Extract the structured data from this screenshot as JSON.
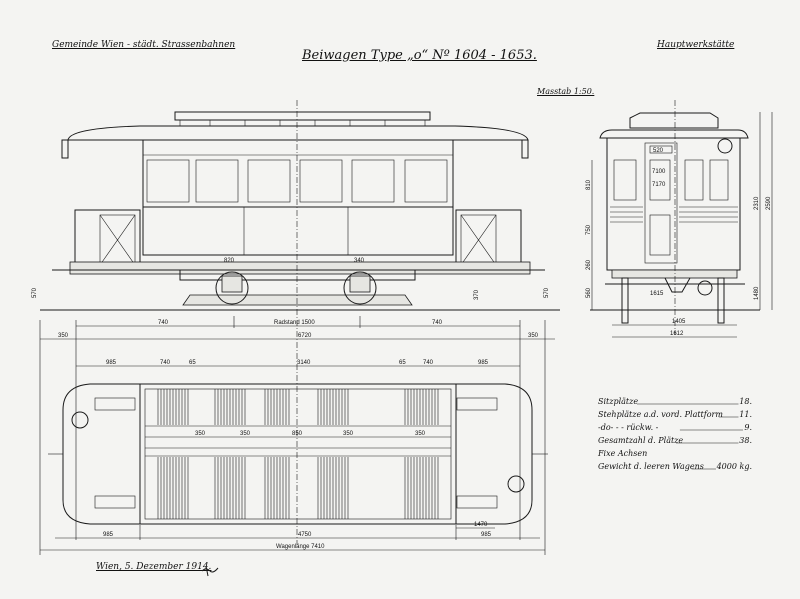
{
  "header": {
    "left": "Gemeinde Wien - städt. Strassenbahnen",
    "title": "Beiwagen Type „o“ Nº 1604 - 1653.",
    "right": "Hauptwerkstätte",
    "scale": "Masstab 1:50."
  },
  "side_dims": {
    "row1": [
      "740",
      "Radstand 1500",
      "740"
    ],
    "row2": [
      "350",
      "6720",
      "350"
    ],
    "row3": [
      "985",
      "740",
      "65",
      "3140",
      "65",
      "740",
      "985"
    ],
    "heights": [
      "570",
      "370",
      "820",
      "340"
    ]
  },
  "end_dims": {
    "sign": "520",
    "door": [
      "7100",
      "7170"
    ],
    "vertical": [
      "810",
      "750",
      "260",
      "560",
      "2310",
      "2590",
      "1480"
    ],
    "bottom": [
      "1615",
      "1405",
      "1612"
    ]
  },
  "plan_dims": {
    "bottom": [
      "985",
      "4750",
      "985"
    ],
    "extra": "1470",
    "length": "Wagenlänge 7410",
    "inner": [
      "350",
      "350",
      "850",
      "350",
      "350"
    ]
  },
  "specs": [
    {
      "label": "Sitzplätze",
      "value": "18."
    },
    {
      "label": "Stehplätze a.d. vord. Plattform",
      "value": "11."
    },
    {
      "label": "-do-   - - rückw.   -",
      "value": "9."
    },
    {
      "label": "Gesamtzahl d. Plätze",
      "value": "38."
    },
    {
      "label": "Fixe Achsen",
      "value": ""
    },
    {
      "label": "Gewicht d. leeren Wagens",
      "value": "4000 kg."
    }
  ],
  "footer": {
    "date": "Wien, 5. Dezember 1914."
  },
  "colors": {
    "paper": "#f4f4f2",
    "ink": "#1a1a1a"
  }
}
